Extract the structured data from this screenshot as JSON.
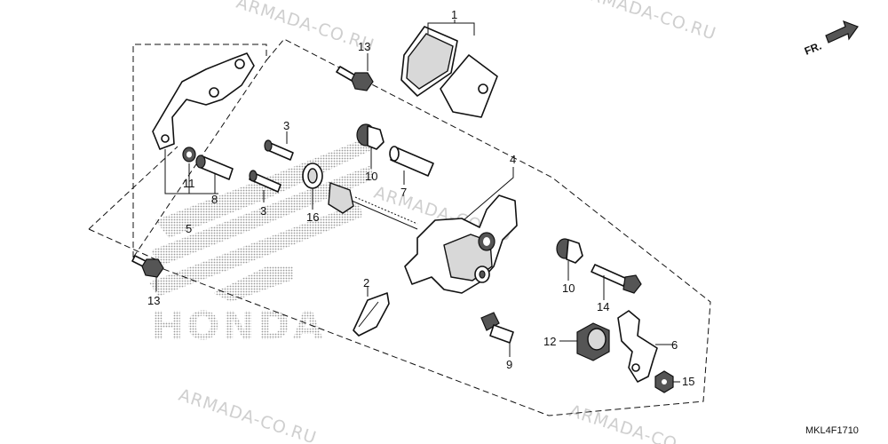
{
  "watermark": "ARMADA-CO.RU",
  "watermark_partial": "ARMADA-CO.",
  "logo_text": "HONDA",
  "direction_label": "FR.",
  "diagram_code": "MKL4F1710",
  "callouts": {
    "c1": "1",
    "c2": "2",
    "c3a": "3",
    "c3b": "3",
    "c4": "4",
    "c5": "5",
    "c6": "6",
    "c7": "7",
    "c8": "8",
    "c9": "9",
    "c10a": "10",
    "c10b": "10",
    "c11": "11",
    "c12": "12",
    "c13a": "13",
    "c13b": "13",
    "c14": "14",
    "c15": "15",
    "c16": "16"
  }
}
